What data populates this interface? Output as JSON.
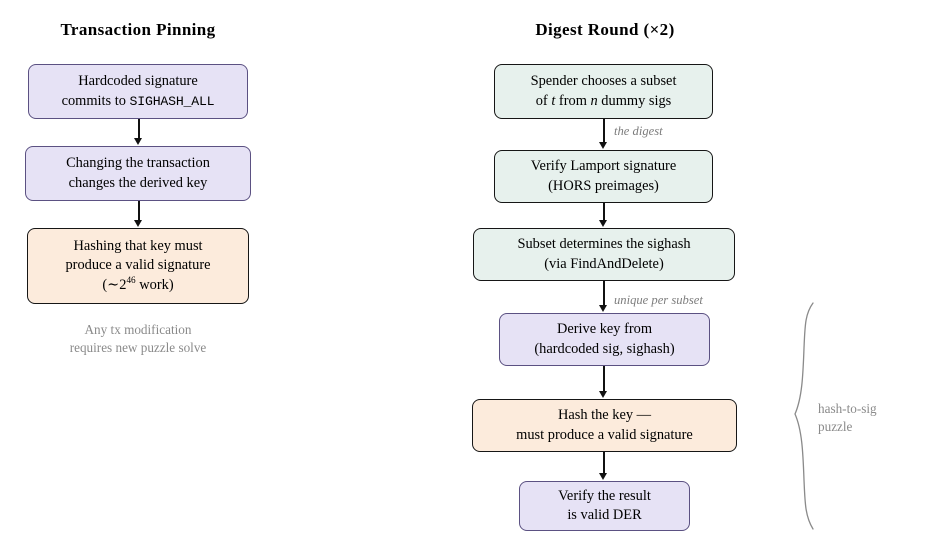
{
  "columns": {
    "left": {
      "title": "Transaction Pinning",
      "nodes": [
        {
          "name": "hardcoded-signature",
          "lines": [
            "Hardcoded signature",
            "commits to SIGHASH_ALL"
          ],
          "fill": "lavender"
        },
        {
          "name": "changing-transaction",
          "lines": [
            "Changing the transaction",
            "changes the derived key"
          ],
          "fill": "lavender"
        },
        {
          "name": "hashing-key-work",
          "lines": [
            "Hashing that key must",
            "produce a valid signature",
            "(~2^46 work)"
          ],
          "fill": "peach"
        }
      ],
      "caption": [
        "Any tx modification",
        "requires new puzzle solve"
      ]
    },
    "right": {
      "title": "Digest Round (×2)",
      "nodes": [
        {
          "name": "spender-chooses-subset",
          "lines": [
            "Spender chooses a subset",
            "of t from n dummy sigs"
          ],
          "fill": "mint"
        },
        {
          "name": "verify-lamport-signature",
          "lines": [
            "Verify Lamport signature",
            "(HORS preimages)"
          ],
          "fill": "mint"
        },
        {
          "name": "subset-determines-sighash",
          "lines": [
            "Subset determines the sighash",
            "(via FindAndDelete)"
          ],
          "fill": "mint"
        },
        {
          "name": "derive-key",
          "lines": [
            "Derive key from",
            "(hardcoded sig, sighash)"
          ],
          "fill": "lavender"
        },
        {
          "name": "hash-the-key",
          "lines": [
            "Hash the key —",
            "must produce a valid signature"
          ],
          "fill": "peach"
        },
        {
          "name": "verify-der",
          "lines": [
            "Verify the result",
            "is valid DER"
          ],
          "fill": "lavender"
        }
      ],
      "edge_labels": [
        "the digest",
        "unique per subset"
      ],
      "brace_label": [
        "hash-to-sig",
        "puzzle"
      ]
    }
  },
  "colors": {
    "lavender_fill": "#e6e2f5",
    "lavender_border": "#5b5182",
    "mint_fill": "#e7f1ed",
    "peach_fill": "#fcebdc",
    "border_dark": "#161616",
    "gray_text": "#8a8a8a",
    "edge_label_gray": "#7c7c7c",
    "arrow": "#111111"
  }
}
